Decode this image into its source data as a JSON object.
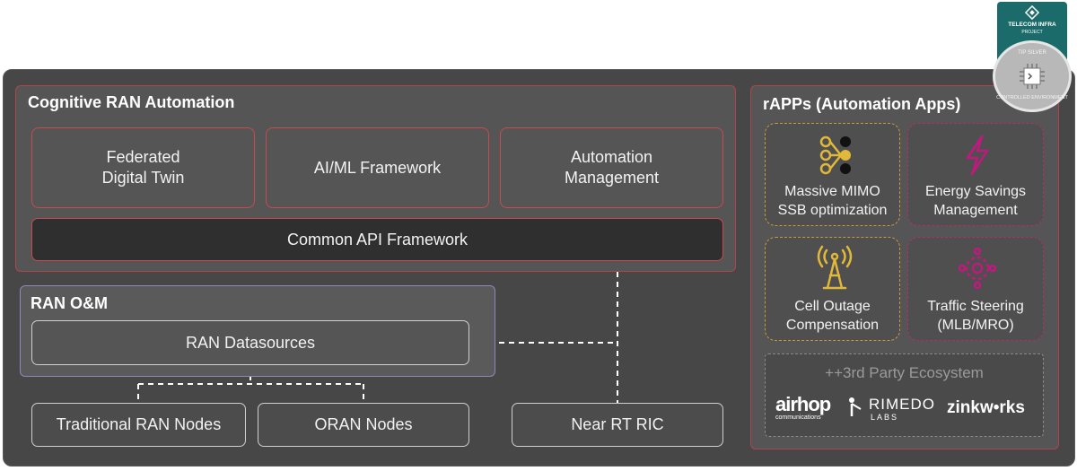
{
  "badge": {
    "org": "TELECOM INFRA",
    "org_sub": "PROJECT",
    "level": "TIP SILVER",
    "label": "CONTROLLED ENVIRONMENT"
  },
  "cognitive": {
    "title": "Cognitive RAN Automation",
    "boxes": [
      "Federated\nDigital Twin",
      "AI/ML Framework",
      "Automation\nManagement"
    ],
    "api": "Common API Framework"
  },
  "ranom": {
    "title": "RAN O&M",
    "datasources": "RAN Datasources"
  },
  "nodes": {
    "traditional": "Traditional RAN Nodes",
    "oran": "ORAN Nodes",
    "ric": "Near RT RIC"
  },
  "rapps": {
    "title": "rAPPs (Automation Apps)",
    "apps": [
      {
        "label": "Massive MIMO\nSSB optimization",
        "icon": "mimo-network-icon",
        "color": "#e0b83a"
      },
      {
        "label": "Energy Savings\nManagement",
        "icon": "lightning-icon",
        "color": "#c2187f"
      },
      {
        "label": "Cell Outage\nCompensation",
        "icon": "antenna-tower-icon",
        "color": "#e0b83a"
      },
      {
        "label": "Traffic Steering\n(MLB/MRO)",
        "icon": "gear-network-icon",
        "color": "#c2187f"
      }
    ],
    "ecosystem_title": "++3rd Party Ecosystem",
    "partners": {
      "airhop": "airhop",
      "airhop_sub": "communications",
      "rimedo": "RIMEDO",
      "rimedo_sub": "LABS",
      "zinkworks": "zinkw•rks"
    }
  },
  "colors": {
    "red_border": "#c54b52",
    "yellow": "#e0b83a",
    "magenta": "#c2187f",
    "teal": "#1c6b6b"
  }
}
